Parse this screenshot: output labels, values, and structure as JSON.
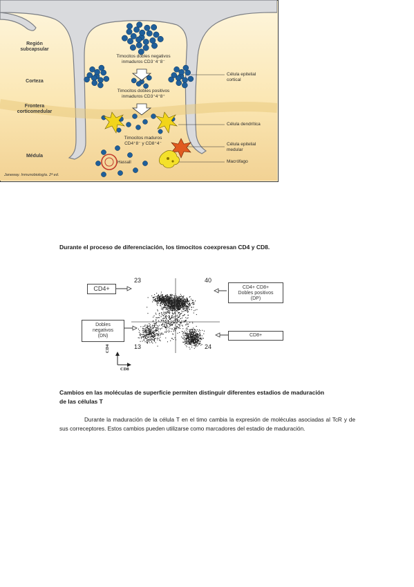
{
  "figure1": {
    "regions": {
      "subcapsular": "Región\nsubcapsular",
      "cortex": "Corteza",
      "border": "Frontera\ncorticomedular",
      "medulla": "Médula"
    },
    "labels": {
      "double_negative": "Timocitos dobles negativos\ninmaduros CD3⁻4⁻8⁻",
      "double_positive": "Timocitos dobles positivos\ninmaduros CD3⁺4⁺8⁺",
      "mature": "Timocitos maduros\nCD4⁺8⁻ y CD8⁺4⁻",
      "cortical_epithelial": "Célula epitelial\ncortical",
      "dendritic": "Célula dendrítica",
      "medullary_epithelial": "Célula epitelial\nmedular",
      "macrophage": "Macrófago",
      "hassall": "Hassall"
    },
    "credit": "Janeway. Inmunobiología. 2ª ed.",
    "colors": {
      "capsule": "#d7d9dc",
      "background_top": "#fdf0cc",
      "background_bottom": "#f4d89a",
      "cell": "#1f5f9a",
      "dendritic": "#f2d51a",
      "medullary_epithelial": "#e05a20",
      "macrophage": "#f4e12a"
    }
  },
  "caption1": "Durante el proceso de diferenciación, los timocitos coexpresan CD4 y CD8.",
  "figure2": {
    "quadrants": {
      "top_left": "23",
      "top_right": "40",
      "bottom_left": "13",
      "bottom_right": "24"
    },
    "boxes": {
      "cd4": "CD4+",
      "double_positive": "CD4+ CD8+\nDobles positivos\n(DP)",
      "double_negative": "Dobles\nnegativos\n(DN)",
      "cd8": "CD8+"
    },
    "axis_y": "CD4",
    "axis_x": "CD8"
  },
  "heading2": "Cambios en las moléculas de superficie permiten distinguir diferentes estadios de maduración\nde las células T",
  "paragraph": "Durante la maduración de la célula T en el timo cambia la expresión de moléculas asociadas al TcR y de sus correceptores. Estos cambios pueden utilizarse como marcadores del estadio de maduración."
}
